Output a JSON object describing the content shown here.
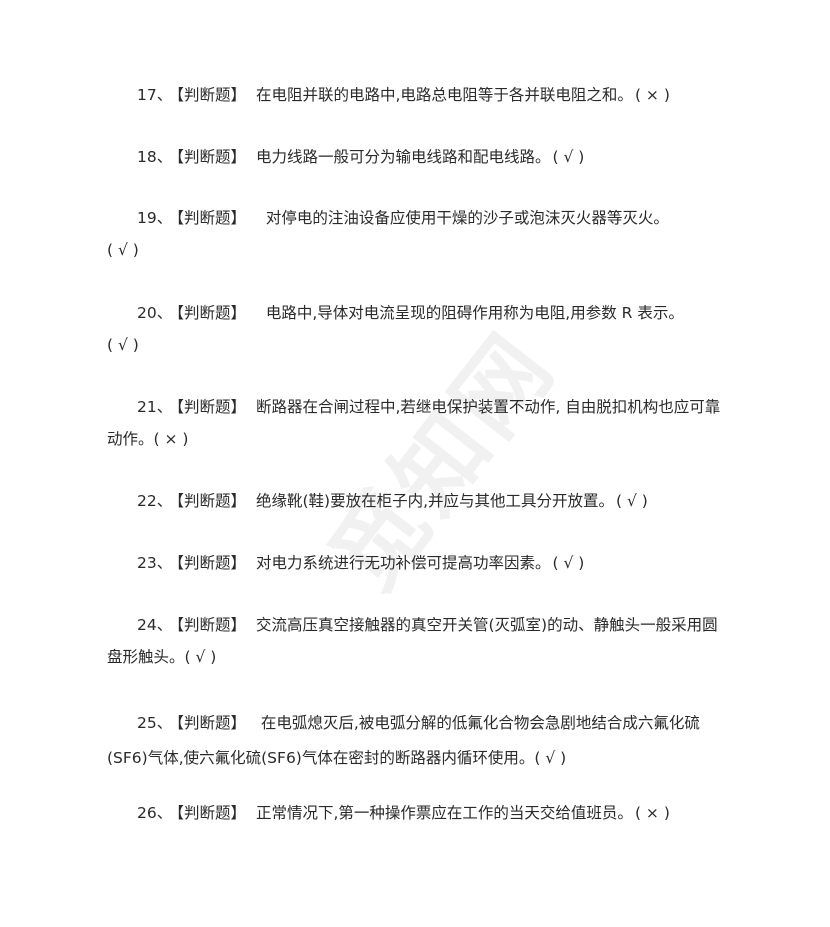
{
  "watermark": "觅知网",
  "questions": [
    {
      "num": "17、",
      "tag": "【判断题】",
      "text": "在电阻并联的电路中,电路总电阻等于各并联电阻之和。",
      "answer": "( × )",
      "line2": ""
    },
    {
      "num": "18、",
      "tag": "【判断题】",
      "text": "电力线路一般可分为输电线路和配电线路。",
      "answer": "( √ )",
      "line2": ""
    },
    {
      "num": "19、",
      "tag": "【判断题】",
      "text": "  对停电的注油设备应使用干燥的沙子或泡沫灭火器等灭火。",
      "answer": "",
      "line2": "( √ )"
    },
    {
      "num": "20、",
      "tag": "【判断题】",
      "text": "  电路中,导体对电流呈现的阻碍作用称为电阻,用参数 R 表示。",
      "answer": "",
      "line2": "( √ )"
    },
    {
      "num": "21、",
      "tag": "【判断题】",
      "text": "断路器在合闸过程中,若继电保护装置不动作, 自由脱扣机构也应可靠",
      "answer": "",
      "line2": "动作。( × )"
    },
    {
      "num": "22、",
      "tag": "【判断题】",
      "text": "绝缘靴(鞋)要放在柜子内,并应与其他工具分开放置。",
      "answer": "( √ )",
      "line2": ""
    },
    {
      "num": "23、",
      "tag": "【判断题】",
      "text": "对电力系统进行无功补偿可提高功率因素。",
      "answer": "( √ )",
      "line2": ""
    },
    {
      "num": "24、",
      "tag": "【判断题】",
      "text": "交流高压真空接触器的真空开关管(灭弧室)的动、静触头一般采用圆",
      "answer": "",
      "line2": "盘形触头。( √ )"
    },
    {
      "num": "25、",
      "tag": "【判断题】",
      "text": " 在电弧熄灭后,被电弧分解的低氟化合物会急剧地结合成六氟化硫",
      "answer": "",
      "line2": "(SF6)气体,使六氟化硫(SF6)气体在密封的断路器内循环使用。( √ )"
    },
    {
      "num": "26、",
      "tag": "【判断题】",
      "text": "正常情况下,第一种操作票应在工作的当天交给值班员。",
      "answer": "( × )",
      "line2": ""
    }
  ]
}
